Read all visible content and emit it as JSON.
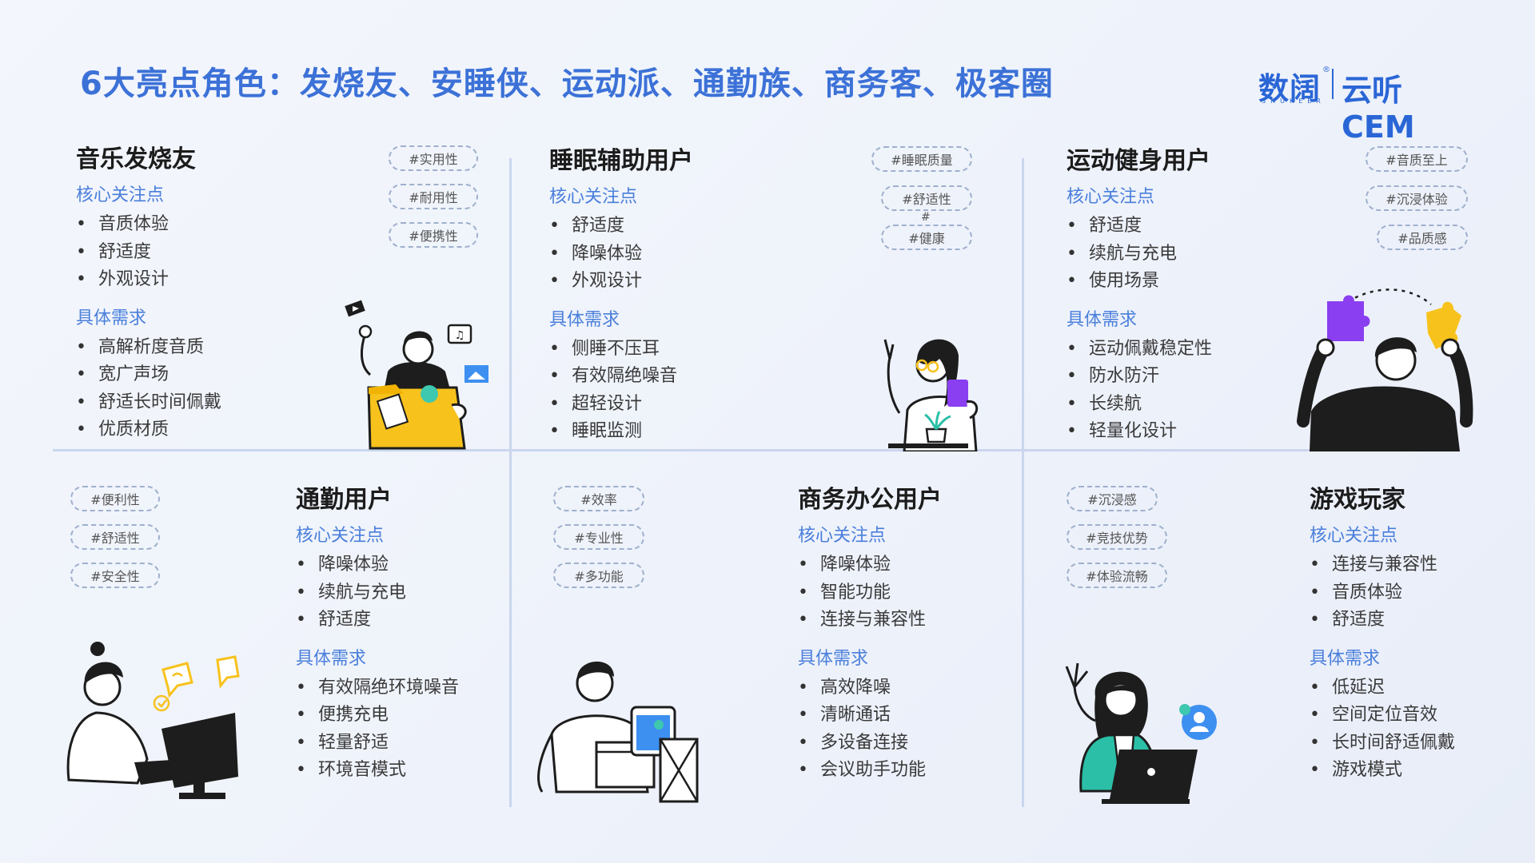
{
  "title": "6大亮点角色：发烧友、安睡侠、运动派、通勤族、商务客、极客圈",
  "brand": {
    "name": "数阔",
    "registered": "®",
    "subtitle": "SHUKEER",
    "product": "云听CEM"
  },
  "labels": {
    "focus": "核心关注点",
    "needs": "具体需求"
  },
  "colors": {
    "title": "#3c72d8",
    "section": "#4a7fdb",
    "purple": "#8a3ff0",
    "yellow": "#f8c21c",
    "blue": "#3d8ff0",
    "teal": "#2bbfa8"
  },
  "roles": [
    {
      "name": "音乐发烧友",
      "tags": [
        "#实用性",
        "#耐用性",
        "#便携性"
      ],
      "focus": [
        "音质体验",
        "舒适度",
        "外观设计"
      ],
      "needs": [
        "高解析度音质",
        "宽广声场",
        "舒适长时间佩戴",
        "优质材质"
      ],
      "illustration": "music-fan-folder"
    },
    {
      "name": "睡眠辅助用户",
      "tags": [
        "#睡眠质量",
        "#舒适性",
        "#健康"
      ],
      "tag_note": "#",
      "focus": [
        "舒适度",
        "降噪体验",
        "外观设计"
      ],
      "needs": [
        "侧睡不压耳",
        "有效隔绝噪音",
        "超轻设计",
        "睡眠监测"
      ],
      "illustration": "woman-with-cup"
    },
    {
      "name": "运动健身用户",
      "tags": [
        "#音质至上",
        "#沉浸体验",
        "#品质感"
      ],
      "focus": [
        "舒适度",
        "续航与充电",
        "使用场景"
      ],
      "needs": [
        "运动佩戴稳定性",
        "防水防汗",
        "长续航",
        "轻量化设计"
      ],
      "illustration": "man-with-puzzle"
    },
    {
      "name": "通勤用户",
      "tags": [
        "#便利性",
        "#舒适性",
        "#安全性"
      ],
      "focus": [
        "降噪体验",
        "续航与充电",
        "舒适度"
      ],
      "needs": [
        "有效隔绝环境噪音",
        "便携充电",
        "轻量舒适",
        "环境音模式"
      ],
      "illustration": "woman-at-computer"
    },
    {
      "name": "商务办公用户",
      "tags": [
        "#效率",
        "#专业性",
        "#多功能"
      ],
      "focus": [
        "降噪体验",
        "智能功能",
        "连接与兼容性"
      ],
      "needs": [
        "高效降噪",
        "清晰通话",
        "多设备连接",
        "会议助手功能"
      ],
      "illustration": "man-with-photo-frame"
    },
    {
      "name": "游戏玩家",
      "tags": [
        "#沉浸感",
        "#竞技优势",
        "#体验流畅"
      ],
      "focus": [
        "连接与兼容性",
        "音质体验",
        "舒适度"
      ],
      "needs": [
        "低延迟",
        "空间定位音效",
        "长时间舒适佩戴",
        "游戏模式"
      ],
      "illustration": "woman-with-laptop"
    }
  ]
}
